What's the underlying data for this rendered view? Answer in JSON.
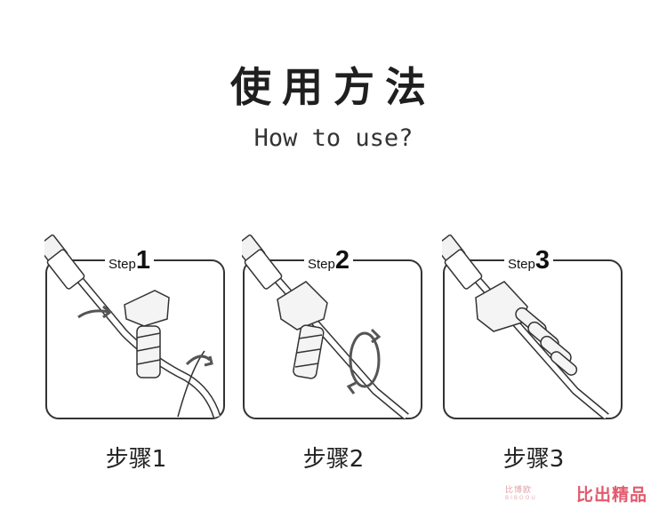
{
  "title": "使用方法",
  "subtitle": "How to use?",
  "steps": [
    {
      "word": "Step",
      "num": "1",
      "caption": "步骤1"
    },
    {
      "word": "Step",
      "num": "2",
      "caption": "步骤2"
    },
    {
      "word": "Step",
      "num": "3",
      "caption": "步骤3"
    }
  ],
  "watermark": {
    "script": "比博欧",
    "latin": "BIBOOU",
    "brand": "比出精品"
  },
  "icons": {
    "step1": "rotate-arrows-icon",
    "step2": "rotate-arrows-icon",
    "step3": "cable-protector-wrapped-icon"
  },
  "colors": {
    "line": "#333333",
    "fill": "#f2f2f2",
    "brand": "#e25a6c"
  }
}
